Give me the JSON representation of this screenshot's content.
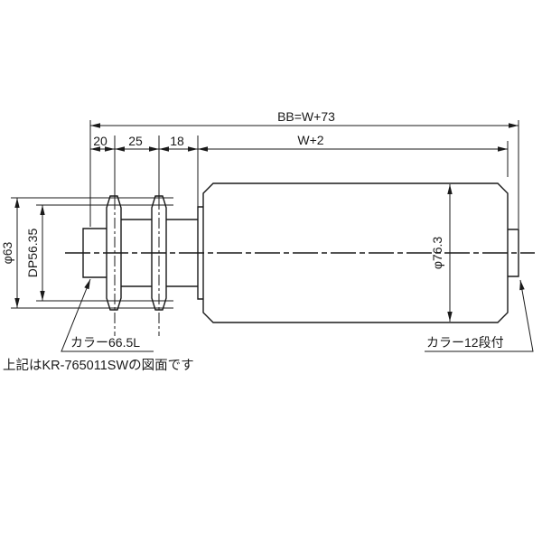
{
  "page": {
    "background": "#ffffff"
  },
  "drawing": {
    "line_color": "#1a1a1a",
    "note": "上記はKR-765011SWの図面です",
    "dimensions": {
      "overall_length": "BB=W+73",
      "roller_face_length": "W+2",
      "seg_collar": "20",
      "seg_sprocket_pitch": "25",
      "seg_hub": "18",
      "sprocket_outer_dia": "φ63",
      "sprocket_pitch_dia": "DP56.35",
      "roller_dia": "φ76.3"
    },
    "labels": {
      "left_collar": "カラー66.5L",
      "right_collar": "カラー12段付"
    }
  }
}
